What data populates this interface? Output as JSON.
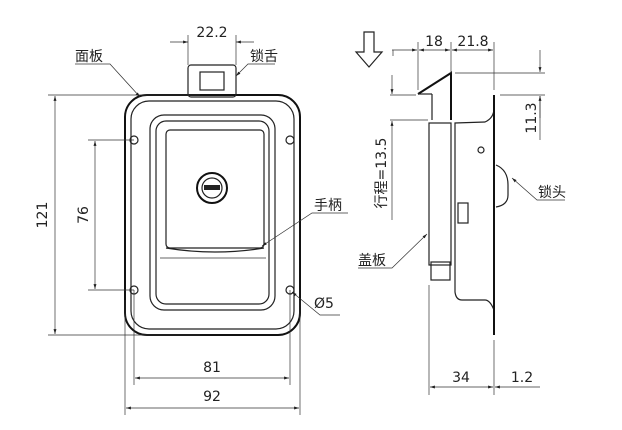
{
  "front_view": {
    "dim_latch_width": "22.2",
    "dim_height_total": "121",
    "dim_hole_spacing_v": "76",
    "dim_hole_spacing_h": "81",
    "dim_width_total": "92",
    "label_panel": "面板",
    "label_latch": "锁舌",
    "label_handle": "手柄",
    "label_hole": "Ø5"
  },
  "side_view": {
    "dim_18": "18",
    "dim_21_8": "21.8",
    "dim_11_3": "11.3",
    "dim_stroke": "行程=13.5",
    "dim_34": "34",
    "dim_1_2": "1.2",
    "label_lock": "锁头",
    "label_cover": "盖板"
  }
}
